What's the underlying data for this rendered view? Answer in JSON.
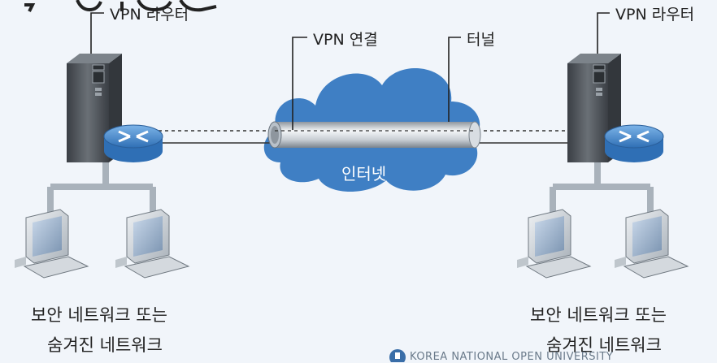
{
  "labels": {
    "vpn_router_left": "VPN 라우터",
    "vpn_router_right": "VPN 라우터",
    "vpn_connection": "VPN 연결",
    "tunnel": "터널",
    "internet": "인터넷",
    "left_network_line1": "보안 네트워크 또는",
    "left_network_line2": "숨겨진 네트워크",
    "right_network_line1": "보안 네트워크 또는",
    "right_network_line2": "숨겨진 네트워크",
    "watermark": "KOREA NATIONAL OPEN UNIVERSITY"
  },
  "colors": {
    "background": "#f1f5fa",
    "cloud": "#3f7fc4",
    "router": "#4a8cd0",
    "server": "#555a60",
    "cable": "#a9b2bb",
    "tube": "#c9ced4"
  },
  "icons": [
    "server-icon",
    "router-icon",
    "computer-icon",
    "cloud-icon",
    "tunnel-pipe"
  ]
}
